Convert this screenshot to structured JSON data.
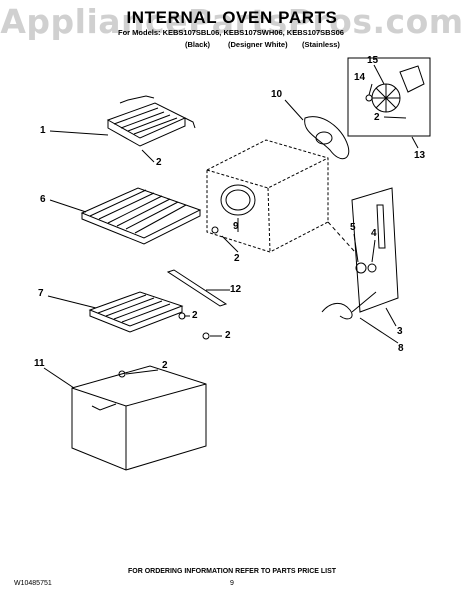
{
  "header": {
    "watermark": "AppliancePartsPros.com",
    "title": "INTERNAL OVEN PARTS",
    "models_line": "For Models: KEBS107SBL06, KEBS107SWH06, KEBS107SBS06",
    "finishes": [
      "(Black)",
      "(Designer White)",
      "(Stainless)"
    ]
  },
  "callouts": {
    "c1": "1",
    "c2a": "2",
    "c6": "6",
    "c9": "9",
    "c2b": "2",
    "c10": "10",
    "c15": "15",
    "c14": "14",
    "c2c": "2",
    "c13": "13",
    "c5": "5",
    "c4": "4",
    "c3": "3",
    "c8": "8",
    "c7": "7",
    "c12": "12",
    "c2d": "2",
    "c2e": "2",
    "c11": "11",
    "c2f": "2"
  },
  "footer": {
    "doc_number": "W10485751",
    "page_number": "9",
    "ordering_note": "FOR ORDERING INFORMATION REFER TO PARTS PRICE LIST"
  }
}
